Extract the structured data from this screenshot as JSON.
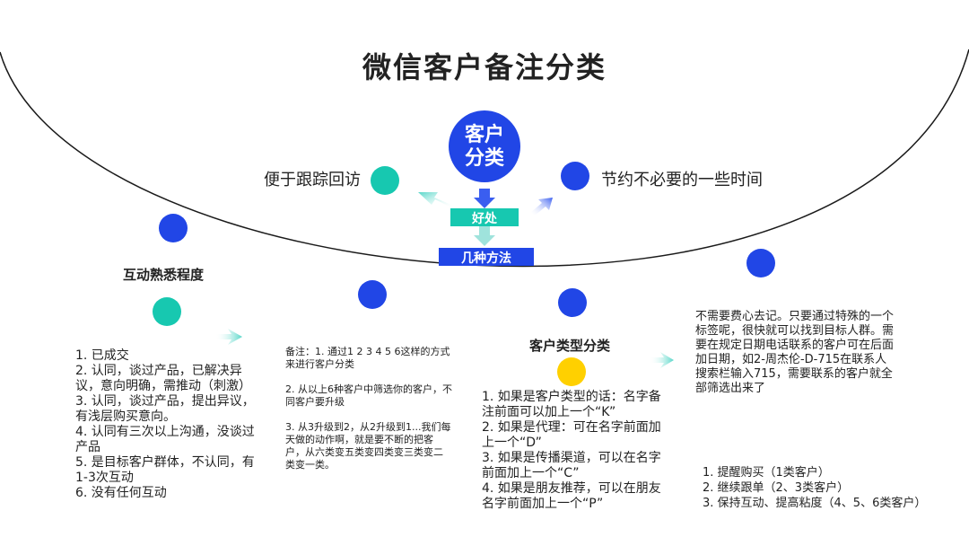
{
  "title": "微信客户备注分类",
  "center": {
    "line1": "客户",
    "line2": "分类"
  },
  "benefit_left": "便于跟踪回访",
  "benefit_right": "节约不必要的一些时间",
  "box_benefit": "好处",
  "box_methods": "几种方法",
  "familiarity": {
    "heading": "互动熟悉程度",
    "items": "1. 已成交\n2. 认同，谈过产品，已解决异议，意向明确，需推动（刺激）\n3. 认同，谈过产品，提出异议，有浅层购买意向。\n4. 认同有三次以上沟通，没谈过产品\n5. 是目标客户群体，不认同，有1-3次互动\n6. 没有任何互动"
  },
  "note": {
    "text": "备注：1. 通过1 2 3 4 5 6这样的方式来进行客户分类\n\n2. 从以上6种客户中筛选你的客户，不同客户要升级\n\n3. 从3升级到2，从2升级到1...我们每天做的动作啊，就是要不断的把客户，从六类变五类变四类变三类变二类变一类。"
  },
  "customer_type": {
    "heading": "客户类型分类",
    "items": "1. 如果是客户类型的话：名字备注前面可以加上一个“K”\n2. 如果是代理：可在名字前面加上一个“D”\n3. 如果是传播渠道，可以在名字前面加上一个“C”\n4. 如果是朋友推荐，可以在朋友名字前面加上一个“P”"
  },
  "right_note": "不需要费心去记。只要通过特殊的一个标签呢，很快就可以找到目标人群。需要在规定日期电话联系的客户可在后面加日期，如2-周杰伦-D-715在联系人搜索栏输入715，需要联系的客户就全部筛选出来了",
  "actions": "1. 提醒购买（1类客户）\n2. 继续跟单（2、3类客户）\n3. 保持互动、提高粘度（4、5、6类客户）",
  "colors": {
    "blue": "#2146e6",
    "teal": "#17c8b0",
    "yellow": "#ffd000",
    "arrow": "#6fd8d0"
  }
}
